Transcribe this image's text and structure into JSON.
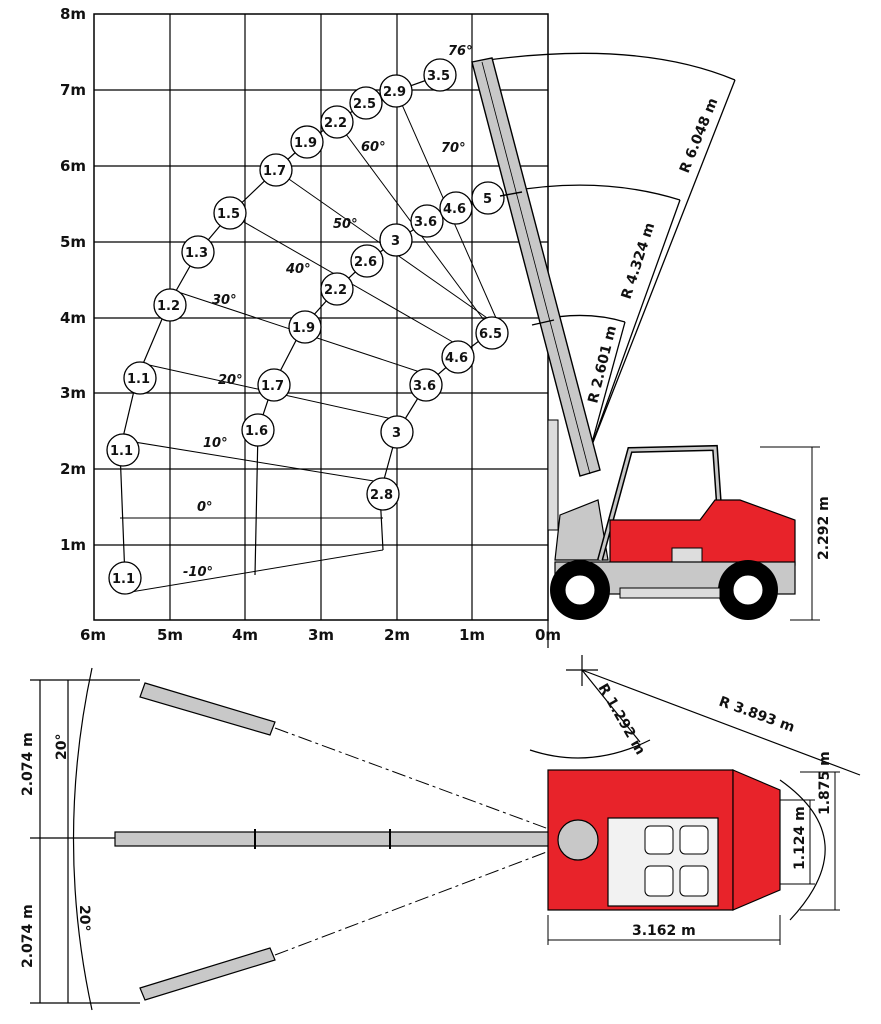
{
  "side_view": {
    "y_axis": [
      "8m",
      "7m",
      "6m",
      "5m",
      "4m",
      "3m",
      "2m",
      "1m"
    ],
    "x_axis": [
      "6m",
      "5m",
      "4m",
      "3m",
      "2m",
      "1m",
      "0m"
    ],
    "angles": [
      "-10°",
      "0°",
      "10°",
      "20°",
      "30°",
      "40°",
      "50°",
      "60°",
      "70°",
      "76°"
    ],
    "capacities": {
      "outer": [
        "1.1",
        "1.1",
        "1.1",
        "1.2",
        "1.3",
        "1.5",
        "1.7",
        "1.9",
        "2.2",
        "2.5",
        "2.9",
        "3.5"
      ],
      "inner": [
        "2.8",
        "3",
        "3.6",
        "4.6",
        "6.5"
      ],
      "inner2": [
        "1.6",
        "1.7",
        "1.9",
        "2.2",
        "2.6",
        "3",
        "3.6",
        "4.6",
        "5"
      ]
    },
    "radius_labels": [
      "R 6.048 m",
      "R 4.324 m",
      "R 2.601 m"
    ],
    "height_label": "2.292 m"
  },
  "top_view": {
    "angle_labels": [
      "20°",
      "20°"
    ],
    "offset_labels": [
      "2.074 m",
      "2.074 m"
    ],
    "radius_labels": [
      "R 1.292 m",
      "R 3.893 m"
    ],
    "width_labels": [
      "1.875 m",
      "1.124 m"
    ],
    "length_label": "3.162 m"
  },
  "colors": {
    "machine_red": "#e8232a",
    "boom_grey": "#c8c8c8",
    "line": "#000000"
  }
}
